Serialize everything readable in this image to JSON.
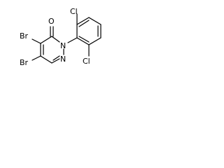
{
  "molecule": {
    "atoms": {
      "oxygen": "O",
      "nitrogen_1": "N",
      "nitrogen_2": "N",
      "bromine_top": "Br",
      "bromine_bottom": "Br",
      "chlorine_top": "Cl",
      "chlorine_bottom": "Cl"
    }
  }
}
